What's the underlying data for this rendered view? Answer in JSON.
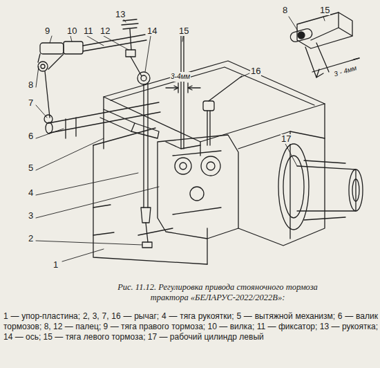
{
  "diagram": {
    "caption": "Рис. 11.12. Регулировка привода стояночного тормоза трактора «БЕЛАРУС-2022/2022В»:",
    "labels": [
      "9",
      "10",
      "11",
      "12",
      "13",
      "14",
      "15",
      "16",
      "8",
      "7",
      "6",
      "5",
      "4",
      "3",
      "2",
      "1",
      "17",
      "3-4мм",
      "8",
      "15",
      "3 - 4мм",
      "1 — упор-пластина; 2, 3, 7, 16 — рычаг; 4 — тяга рукоятки; 5 — вытяжной механизм; 6 — валик тормозов; 8, 12 — палец; 9 — тяга правого тормоза; 10 — вилка; 11 — фиксатор; 13 — рукоятка; 14 — ось; 15 — тяга левого тормоза; 17 — рабочий цилиндр левый"
    ]
  }
}
